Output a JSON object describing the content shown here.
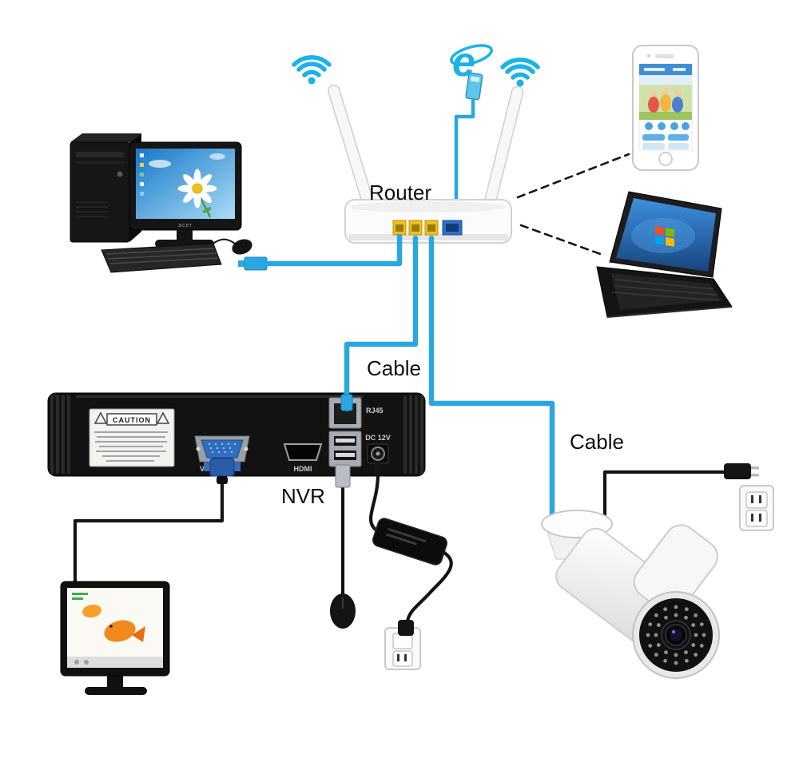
{
  "labels": {
    "router": "Router",
    "cable_router_to_nvr": "Cable",
    "cable_router_to_camera": "Cable",
    "nvr": "NVR"
  },
  "nvr_panel": {
    "rj45_label": "RJ45",
    "dc_label": "DC 12V",
    "hdmi_label": "HDMI",
    "vga_label": "VGA",
    "caution_label": "CAUTION"
  },
  "monitor": {
    "brand": "acer"
  },
  "internet": {
    "ie_glyph": "e"
  },
  "colors": {
    "cable_blue": "#2aa7e0",
    "wifi_blue": "#1cb2e8",
    "dashed_line": "#161616",
    "port_yellow": "#f0c11a",
    "nvr_body": "#121212",
    "screen_blue": "#2f83d6"
  }
}
